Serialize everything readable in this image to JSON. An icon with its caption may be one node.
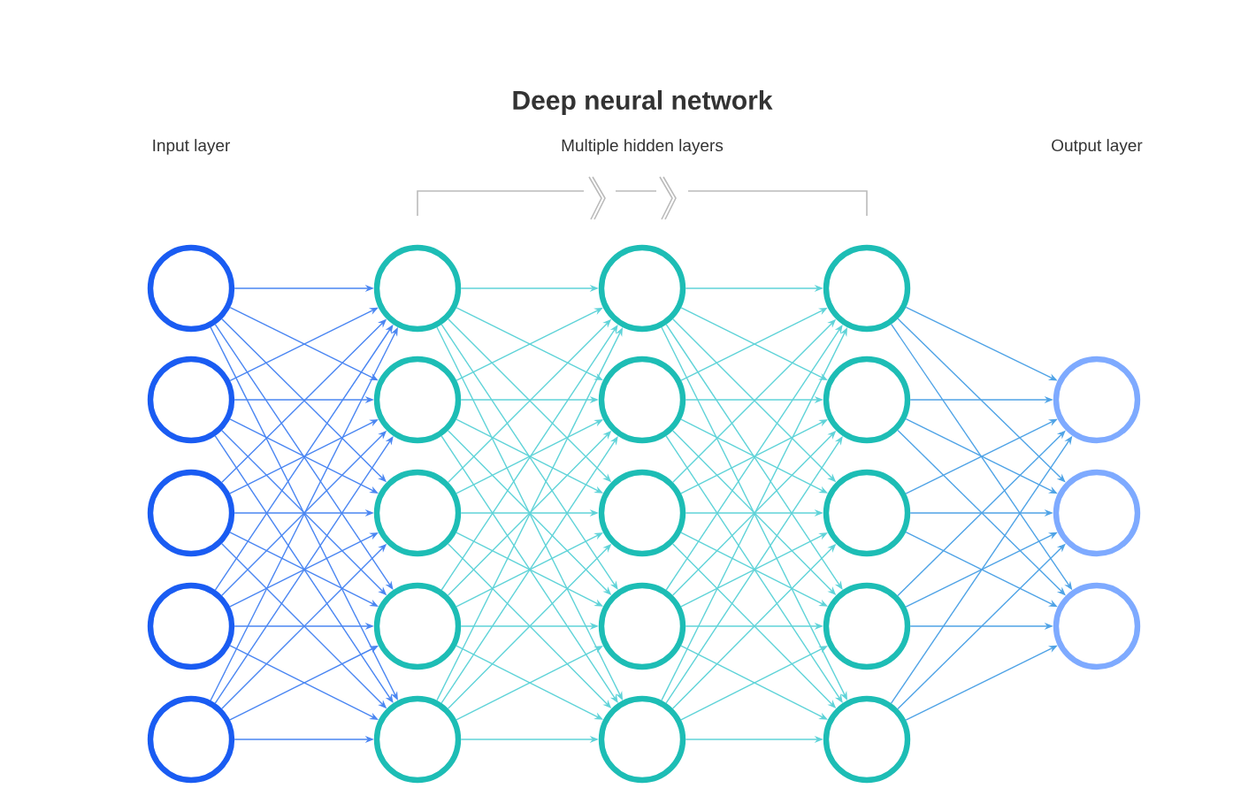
{
  "diagram": {
    "title": "Deep neural network",
    "nodes": [
      {
        "text": [],
        "shape": "circle"
      },
      {
        "text": [],
        "shape": "circle"
      },
      {
        "text": [],
        "shape": "circle"
      },
      {
        "text": [],
        "shape": "circle"
      },
      {
        "text": [],
        "shape": "circle"
      },
      {
        "text": [],
        "shape": "circle"
      },
      {
        "text": [],
        "shape": "circle"
      },
      {
        "text": [],
        "shape": "circle"
      },
      {
        "text": [],
        "shape": "circle"
      },
      {
        "text": [],
        "shape": "circle"
      },
      {
        "text": [],
        "shape": "circle"
      },
      {
        "text": [],
        "shape": "circle"
      },
      {
        "text": [],
        "shape": "circle"
      },
      {
        "text": [],
        "shape": "circle"
      },
      {
        "text": [],
        "shape": "circle"
      },
      {
        "text": [],
        "shape": "circle"
      },
      {
        "text": [],
        "shape": "circle"
      },
      {
        "text": [],
        "shape": "circle"
      },
      {
        "text": [],
        "shape": "circle"
      },
      {
        "text": [],
        "shape": "circle"
      },
      {
        "text": [],
        "shape": "circle"
      },
      {
        "text": [],
        "shape": "circle"
      },
      {
        "text": [],
        "shape": "circle"
      }
    ],
    "edges": [
      {
        "from": 0,
        "to": 5,
        "arrow": "to",
        "color": "#4a86f2"
      },
      {
        "from": 0,
        "to": 6,
        "arrow": "to",
        "color": "#4a86f2"
      },
      {
        "from": 0,
        "to": 7,
        "arrow": "to",
        "color": "#4a86f2"
      },
      {
        "from": 0,
        "to": 8,
        "arrow": "to",
        "color": "#4a86f2"
      },
      {
        "from": 0,
        "to": 9,
        "arrow": "to",
        "color": "#4a86f2"
      },
      {
        "from": 1,
        "to": 5,
        "arrow": "to",
        "color": "#4a86f2"
      },
      {
        "from": 1,
        "to": 6,
        "arrow": "to",
        "color": "#4a86f2"
      },
      {
        "from": 1,
        "to": 7,
        "arrow": "to",
        "color": "#4a86f2"
      },
      {
        "from": 1,
        "to": 8,
        "arrow": "to",
        "color": "#4a86f2"
      },
      {
        "from": 1,
        "to": 9,
        "arrow": "to",
        "color": "#4a86f2"
      },
      {
        "from": 2,
        "to": 5,
        "arrow": "to",
        "color": "#4a86f2"
      },
      {
        "from": 2,
        "to": 6,
        "arrow": "to",
        "color": "#4a86f2"
      },
      {
        "from": 2,
        "to": 7,
        "arrow": "to",
        "color": "#4a86f2"
      },
      {
        "from": 2,
        "to": 8,
        "arrow": "to",
        "color": "#4a86f2"
      },
      {
        "from": 2,
        "to": 9,
        "arrow": "to",
        "color": "#4a86f2"
      },
      {
        "from": 3,
        "to": 5,
        "arrow": "to",
        "color": "#4a86f2"
      },
      {
        "from": 3,
        "to": 6,
        "arrow": "to",
        "color": "#4a86f2"
      },
      {
        "from": 3,
        "to": 7,
        "arrow": "to",
        "color": "#4a86f2"
      },
      {
        "from": 3,
        "to": 8,
        "arrow": "to",
        "color": "#4a86f2"
      },
      {
        "from": 3,
        "to": 9,
        "arrow": "to",
        "color": "#4a86f2"
      },
      {
        "from": 4,
        "to": 5,
        "arrow": "to",
        "color": "#4a86f2"
      },
      {
        "from": 4,
        "to": 6,
        "arrow": "to",
        "color": "#4a86f2"
      },
      {
        "from": 4,
        "to": 7,
        "arrow": "to",
        "color": "#4a86f2"
      },
      {
        "from": 4,
        "to": 8,
        "arrow": "to",
        "color": "#4a86f2"
      },
      {
        "from": 4,
        "to": 9,
        "arrow": "to",
        "color": "#4a86f2"
      },
      {
        "from": 5,
        "to": 10,
        "arrow": "to"
      },
      {
        "from": 5,
        "to": 11,
        "arrow": "to"
      },
      {
        "from": 5,
        "to": 12,
        "arrow": "to"
      },
      {
        "from": 5,
        "to": 13,
        "arrow": "to"
      },
      {
        "from": 5,
        "to": 14,
        "arrow": "to"
      },
      {
        "from": 6,
        "to": 10,
        "arrow": "to"
      },
      {
        "from": 6,
        "to": 11,
        "arrow": "to"
      },
      {
        "from": 6,
        "to": 12,
        "arrow": "to"
      },
      {
        "from": 6,
        "to": 13,
        "arrow": "to"
      },
      {
        "from": 6,
        "to": 14,
        "arrow": "to"
      },
      {
        "from": 7,
        "to": 10,
        "arrow": "to"
      },
      {
        "from": 7,
        "to": 11,
        "arrow": "to"
      },
      {
        "from": 7,
        "to": 12,
        "arrow": "to"
      },
      {
        "from": 7,
        "to": 13,
        "arrow": "to"
      },
      {
        "from": 7,
        "to": 14,
        "arrow": "to"
      },
      {
        "from": 8,
        "to": 10,
        "arrow": "to"
      },
      {
        "from": 8,
        "to": 11,
        "arrow": "to"
      },
      {
        "from": 8,
        "to": 12,
        "arrow": "to"
      },
      {
        "from": 8,
        "to": 13,
        "arrow": "to"
      },
      {
        "from": 8,
        "to": 14,
        "arrow": "to"
      },
      {
        "from": 9,
        "to": 10,
        "arrow": "to"
      },
      {
        "from": 9,
        "to": 11,
        "arrow": "to"
      },
      {
        "from": 9,
        "to": 12,
        "arrow": "to"
      },
      {
        "from": 9,
        "to": 13,
        "arrow": "to"
      },
      {
        "from": 9,
        "to": 14,
        "arrow": "to"
      },
      {
        "from": 10,
        "to": 15,
        "arrow": "to"
      },
      {
        "from": 10,
        "to": 16,
        "arrow": "to"
      },
      {
        "from": 10,
        "to": 17,
        "arrow": "to"
      },
      {
        "from": 10,
        "to": 18,
        "arrow": "to"
      },
      {
        "from": 10,
        "to": 19,
        "arrow": "to"
      },
      {
        "from": 11,
        "to": 15,
        "arrow": "to"
      },
      {
        "from": 11,
        "to": 16,
        "arrow": "to"
      },
      {
        "from": 11,
        "to": 17,
        "arrow": "to"
      },
      {
        "from": 11,
        "to": 18,
        "arrow": "to"
      },
      {
        "from": 11,
        "to": 19,
        "arrow": "to"
      },
      {
        "from": 12,
        "to": 15,
        "arrow": "to"
      },
      {
        "from": 12,
        "to": 16,
        "arrow": "to"
      },
      {
        "from": 12,
        "to": 17,
        "arrow": "to"
      },
      {
        "from": 12,
        "to": 18,
        "arrow": "to"
      },
      {
        "from": 12,
        "to": 19,
        "arrow": "to"
      },
      {
        "from": 13,
        "to": 15,
        "arrow": "to"
      },
      {
        "from": 13,
        "to": 16,
        "arrow": "to"
      },
      {
        "from": 13,
        "to": 17,
        "arrow": "to"
      },
      {
        "from": 13,
        "to": 18,
        "arrow": "to"
      },
      {
        "from": 13,
        "to": 19,
        "arrow": "to"
      },
      {
        "from": 14,
        "to": 15,
        "arrow": "to"
      },
      {
        "from": 14,
        "to": 16,
        "arrow": "to"
      },
      {
        "from": 14,
        "to": 17,
        "arrow": "to"
      },
      {
        "from": 14,
        "to": 18,
        "arrow": "to"
      },
      {
        "from": 14,
        "to": 19,
        "arrow": "to"
      },
      {
        "from": 15,
        "to": 20,
        "arrow": "to",
        "color": "#4fa3e6"
      },
      {
        "from": 15,
        "to": 21,
        "arrow": "to",
        "color": "#4fa3e6"
      },
      {
        "from": 15,
        "to": 22,
        "arrow": "to",
        "color": "#4fa3e6"
      },
      {
        "from": 16,
        "to": 20,
        "arrow": "to",
        "color": "#4fa3e6"
      },
      {
        "from": 16,
        "to": 21,
        "arrow": "to",
        "color": "#4fa3e6"
      },
      {
        "from": 16,
        "to": 22,
        "arrow": "to",
        "color": "#4fa3e6"
      },
      {
        "from": 17,
        "to": 20,
        "arrow": "to",
        "color": "#4fa3e6"
      },
      {
        "from": 17,
        "to": 21,
        "arrow": "to",
        "color": "#4fa3e6"
      },
      {
        "from": 17,
        "to": 22,
        "arrow": "to",
        "color": "#4fa3e6"
      },
      {
        "from": 18,
        "to": 20,
        "arrow": "to",
        "color": "#4fa3e6"
      },
      {
        "from": 18,
        "to": 21,
        "arrow": "to",
        "color": "#4fa3e6"
      },
      {
        "from": 18,
        "to": 22,
        "arrow": "to",
        "color": "#4fa3e6"
      },
      {
        "from": 19,
        "to": 20,
        "arrow": "to",
        "color": "#4fa3e6"
      },
      {
        "from": 19,
        "to": 21,
        "arrow": "to",
        "color": "#4fa3e6"
      },
      {
        "from": 19,
        "to": 22,
        "arrow": "to",
        "color": "#4fa3e6"
      }
    ],
    "labels": [
      "Input layer",
      "Multiple hidden layers",
      "Output layer"
    ]
  }
}
